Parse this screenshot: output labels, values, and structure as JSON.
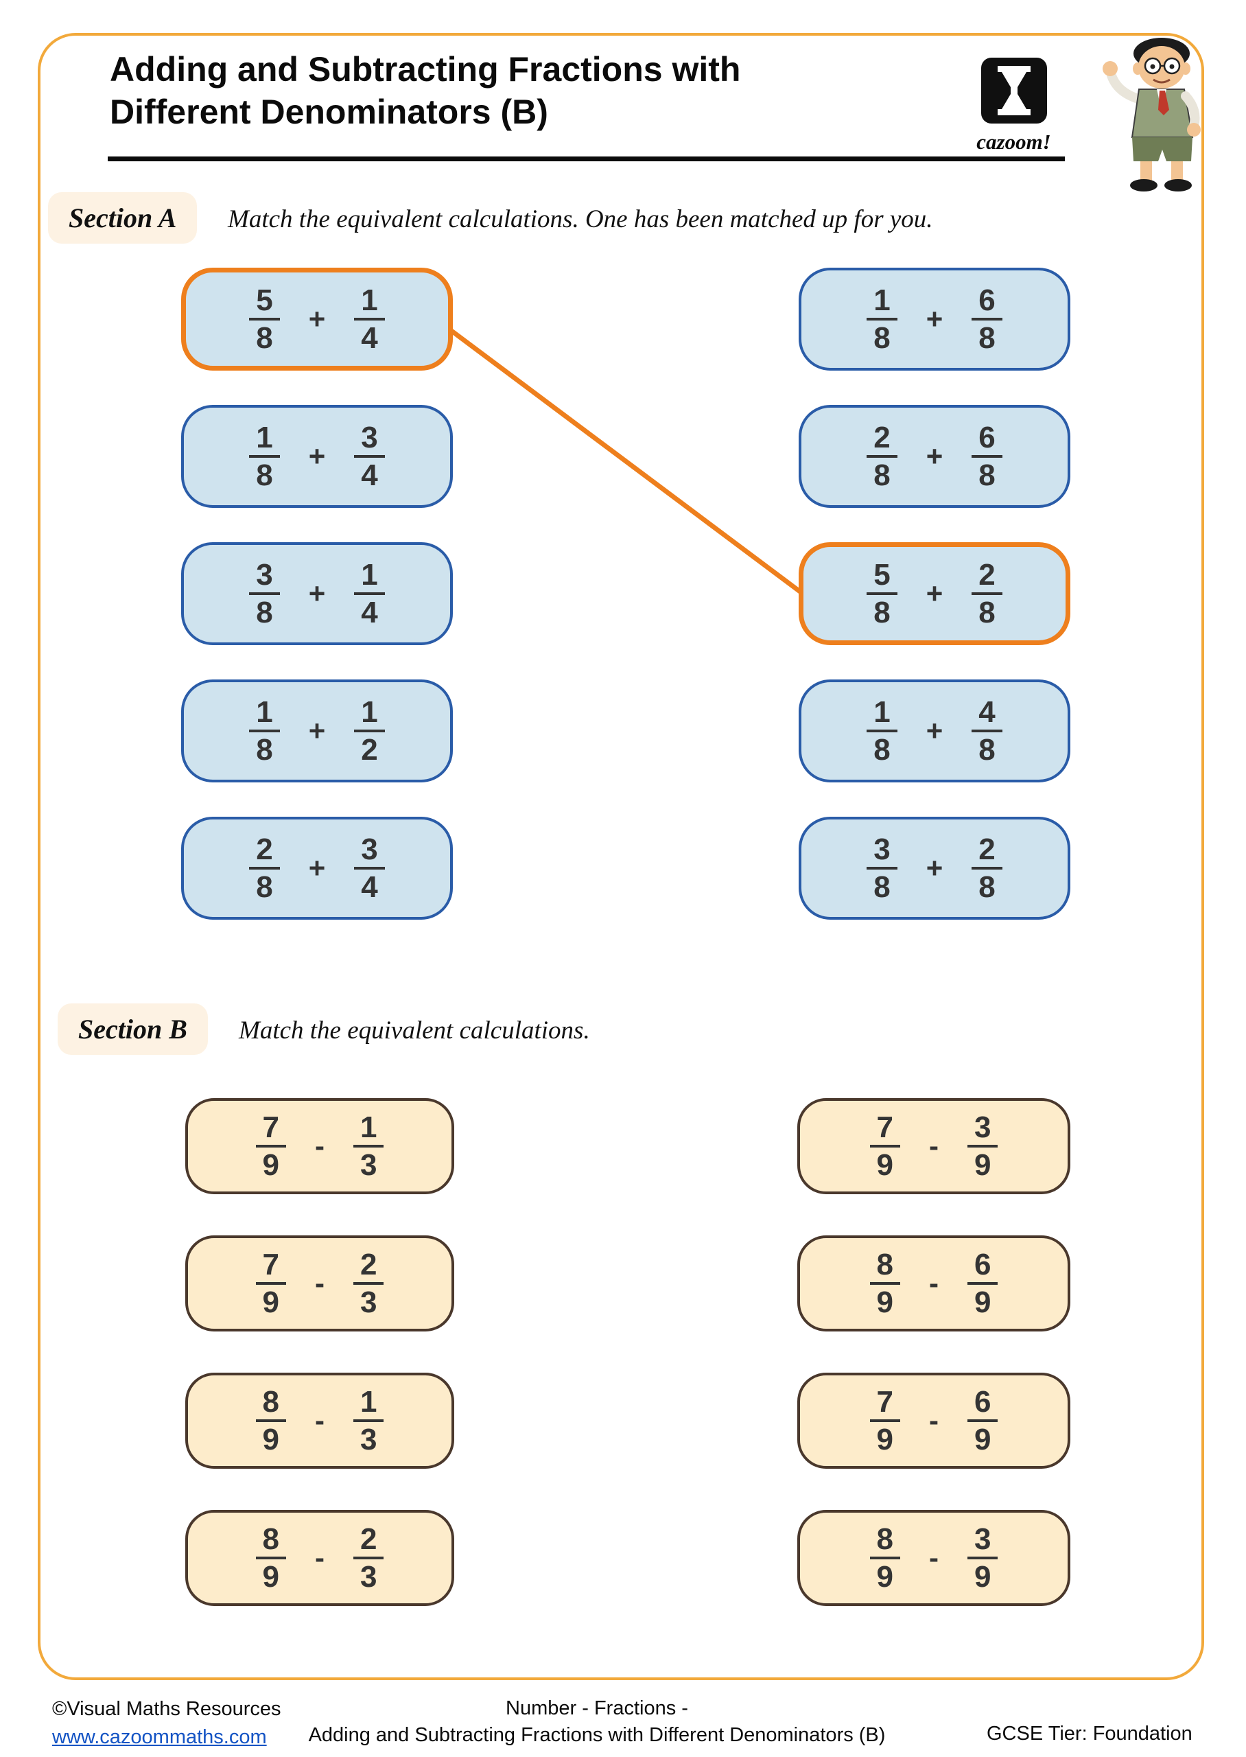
{
  "header": {
    "title_line1": "Adding and Subtracting Fractions with",
    "title_line2": "Different Denominators (B)",
    "logo_text": "cazoom!"
  },
  "section_a": {
    "label": "Section A",
    "instruction": "Match the equivalent calculations. One has been matched up for you.",
    "left": [
      {
        "f1n": "5",
        "f1d": "8",
        "op": "+",
        "f2n": "1",
        "f2d": "4",
        "highlight": true
      },
      {
        "f1n": "1",
        "f1d": "8",
        "op": "+",
        "f2n": "3",
        "f2d": "4",
        "highlight": false
      },
      {
        "f1n": "3",
        "f1d": "8",
        "op": "+",
        "f2n": "1",
        "f2d": "4",
        "highlight": false
      },
      {
        "f1n": "1",
        "f1d": "8",
        "op": "+",
        "f2n": "1",
        "f2d": "2",
        "highlight": false
      },
      {
        "f1n": "2",
        "f1d": "8",
        "op": "+",
        "f2n": "3",
        "f2d": "4",
        "highlight": false
      }
    ],
    "right": [
      {
        "f1n": "1",
        "f1d": "8",
        "op": "+",
        "f2n": "6",
        "f2d": "8",
        "highlight": false
      },
      {
        "f1n": "2",
        "f1d": "8",
        "op": "+",
        "f2n": "6",
        "f2d": "8",
        "highlight": false
      },
      {
        "f1n": "5",
        "f1d": "8",
        "op": "+",
        "f2n": "2",
        "f2d": "8",
        "highlight": true
      },
      {
        "f1n": "1",
        "f1d": "8",
        "op": "+",
        "f2n": "4",
        "f2d": "8",
        "highlight": false
      },
      {
        "f1n": "3",
        "f1d": "8",
        "op": "+",
        "f2n": "2",
        "f2d": "8",
        "highlight": false
      }
    ],
    "matched_example": {
      "from": "left-1",
      "to": "right-3"
    }
  },
  "section_b": {
    "label": "Section B",
    "instruction": "Match the equivalent calculations.",
    "left": [
      {
        "f1n": "7",
        "f1d": "9",
        "op": "-",
        "f2n": "1",
        "f2d": "3"
      },
      {
        "f1n": "7",
        "f1d": "9",
        "op": "-",
        "f2n": "2",
        "f2d": "3"
      },
      {
        "f1n": "8",
        "f1d": "9",
        "op": "-",
        "f2n": "1",
        "f2d": "3"
      },
      {
        "f1n": "8",
        "f1d": "9",
        "op": "-",
        "f2n": "2",
        "f2d": "3"
      }
    ],
    "right": [
      {
        "f1n": "7",
        "f1d": "9",
        "op": "-",
        "f2n": "3",
        "f2d": "9"
      },
      {
        "f1n": "8",
        "f1d": "9",
        "op": "-",
        "f2n": "6",
        "f2d": "9"
      },
      {
        "f1n": "7",
        "f1d": "9",
        "op": "-",
        "f2n": "6",
        "f2d": "9"
      },
      {
        "f1n": "8",
        "f1d": "9",
        "op": "-",
        "f2n": "3",
        "f2d": "9"
      }
    ]
  },
  "footer": {
    "copyright": "©Visual Maths Resources",
    "website": "www.cazoommaths.com",
    "center_line1": "Number - Fractions -",
    "center_line2": "Adding and Subtracting Fractions with Different Denominators (B)",
    "tier": "GCSE Tier: Foundation"
  },
  "colors": {
    "page_border": "#f2a93b",
    "blue_card_fill": "#cfe3ee",
    "blue_card_border": "#2a5ca8",
    "highlight_orange": "#ee7f1d",
    "peach_card_fill": "#fdeccb",
    "peach_card_border": "#4a382c",
    "section_label_bg": "#fdf2e3",
    "link_blue": "#1353c4"
  }
}
